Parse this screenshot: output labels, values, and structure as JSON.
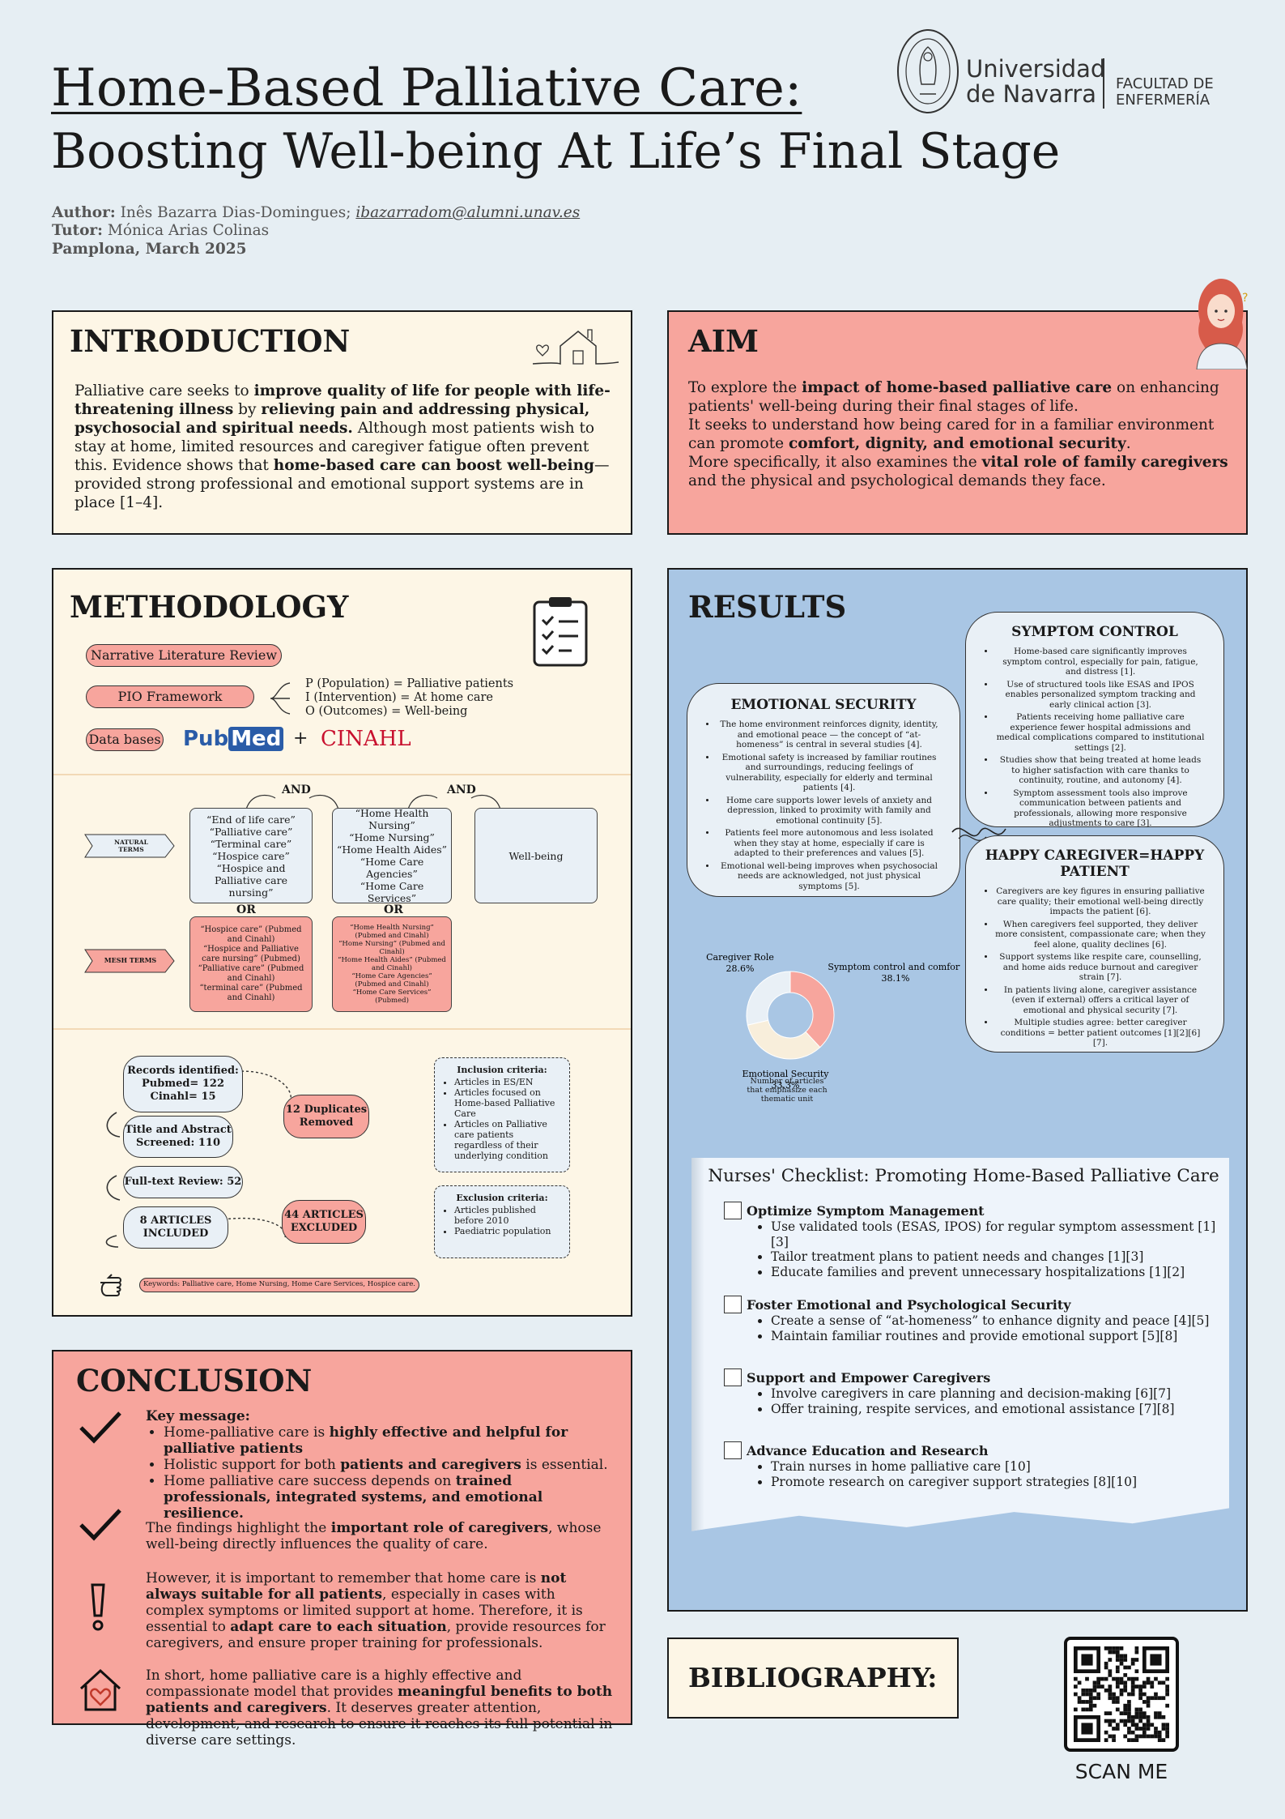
{
  "header": {
    "title_line1": "Home-Based Palliative Care:",
    "title_line2": "Boosting Well-being At Life’s Final Stage",
    "author_label": "Author:",
    "author_name": "Inês Bazarra Dias-Domingues;",
    "author_email": "ibazarradom@alumni.unav.es",
    "tutor_label": "Tutor:",
    "tutor_name": "Mónica Arias Colinas",
    "place_date": "Pamplona, March 2025",
    "university_line1": "Universidad",
    "university_line2": "de Navarra",
    "faculty_line1": "FACULTAD DE",
    "faculty_line2": "ENFERMERÍA"
  },
  "introduction": {
    "title": "INTRODUCTION",
    "t1": "Palliative care seeks to ",
    "b1": "improve quality of life for people with life-threatening illness",
    "t2": " by ",
    "b2": "relieving pain and addressing physical, psychosocial and spiritual needs.",
    "t3": " Although most patients wish to stay at home, limited resources and caregiver fatigue often prevent this. Evidence shows that ",
    "b3": "home-based care can boost well-being",
    "t4": "—provided strong professional and emotional support systems are in place [1–4]."
  },
  "aim": {
    "title": "AIM",
    "t1": "To explore the ",
    "b1": "impact of home-based palliative care",
    "t2": " on enhancing patients' well-being during their final stages of life.",
    "t3": "It seeks to understand how being cared for in a familiar environment can promote ",
    "b2": "comfort, dignity, and emotional security",
    "t4": ".",
    "t5": "More specifically, it also examines the ",
    "b3": "vital role of family caregivers",
    "t6": " and the physical and psychological demands they face."
  },
  "methodology": {
    "title": "METHODOLOGY",
    "review": "Narrative Literature Review",
    "pio": "PIO Framework",
    "pio_p": "P (Population) = Palliative patients",
    "pio_i": "I (Intervention) = At home care",
    "pio_o": "O (Outcomes) = Well-being",
    "databases": "Data bases",
    "pubmed_a": "Pub",
    "pubmed_b": "Med",
    "plus": "+",
    "cinahl": "CINAHL",
    "and1": "AND",
    "and2": "AND",
    "or1": "OR",
    "or2": "OR",
    "natural_terms": "NATURAL TERMS",
    "mesh_terms": "MESH TERMS",
    "nat1": [
      "“End of life care”",
      "“Palliative care”",
      "“Terminal care”",
      "“Hospice care”",
      "“Hospice and Palliative care nursing”"
    ],
    "nat2": [
      "“Home Health Nursing”",
      "“Home Nursing”",
      "“Home Health Aides”",
      "“Home Care Agencies”",
      "“Home Care Services”"
    ],
    "nat3": "Well-being",
    "mesh1": [
      "“Hospice care” (Pubmed and Cinahl)",
      "“Hospice and Palliative care nursing” (Pubmed)",
      "“Palliative care” (Pubmed and Cinahl)",
      "“terminal care” (Pubmed and Cinahl)"
    ],
    "mesh2": [
      "“Home Health Nursing” (Pubmed and Cinahl)",
      "“Home Nursing” (Pubmed and Cinahl)",
      "“Home Health Aides” (Pubmed and Cinahl)",
      "“Home Care Agencies” (Pubmed and Cinahl)",
      "“Home Care Services” (Pubmed)"
    ],
    "records_l1": "Records identified:",
    "records_l2": "Pubmed= 122",
    "records_l3": "Cinahl= 15",
    "screened_l1": "Title and Abstract",
    "screened_l2": "Screened: 110",
    "fulltext": "Full-text Review: 52",
    "included_l1": "8 ARTICLES",
    "included_l2": "INCLUDED",
    "duplicates_l1": "12 Duplicates",
    "duplicates_l2": "Removed",
    "excluded_l1": "44 ARTICLES",
    "excluded_l2": "EXCLUDED",
    "inclusion_title": "Inclusion criteria:",
    "inclusion": [
      "Articles in ES/EN",
      "Articles focused on Home-based Palliative Care",
      "Articles on Palliative care patients regardless of their underlying condition"
    ],
    "exclusion_title": "Exclusion criteria:",
    "exclusion": [
      "Articles published before 2010",
      "Paediatric population"
    ],
    "keywords": "Keywords: Palliative care, Home Nursing, Home Care Services, Hospice care."
  },
  "results": {
    "title": "RESULTS",
    "symptom_title": "SYMPTOM CONTROL",
    "symptom": [
      "Home-based care significantly improves symptom control, especially for pain, fatigue, and distress [1].",
      "Use of structured tools like ESAS and IPOS enables personalized symptom tracking and early clinical action [3].",
      "Patients receiving home palliative care experience fewer hospital admissions and medical complications compared to institutional settings [2].",
      "Studies show that being treated at home leads to higher satisfaction with care thanks to continuity, routine, and autonomy [4].",
      "Symptom assessment tools also improve communication between patients and professionals, allowing more responsive adjustments to care [3]."
    ],
    "emotional_title": "EMOTIONAL SECURITY",
    "emotional": [
      "The home environment reinforces dignity, identity, and emotional peace — the concept of “at-homeness” is central in several studies [4].",
      "Emotional safety is increased by familiar routines and surroundings, reducing feelings of vulnerability, especially for elderly and terminal patients [4].",
      "Home care supports lower levels of anxiety and depression, linked to proximity with family and emotional continuity [5].",
      "Patients feel more autonomous and less isolated when they stay at home, especially if care is adapted to their preferences and values [5].",
      "Emotional well-being improves when psychosocial needs are acknowledged, not just physical symptoms [5]."
    ],
    "happy_title": "HAPPY CAREGIVER=HAPPY PATIENT",
    "happy": [
      "Caregivers are key figures in ensuring palliative care quality; their emotional well-being directly impacts the patient [6].",
      "When caregivers feel supported, they deliver more consistent, compassionate care; when they feel alone, quality declines [6].",
      "Support systems like respite care, counselling, and home aids reduce burnout and caregiver strain [7].",
      "In patients living alone, caregiver assistance (even if external) offers a critical layer of emotional and physical security [7].",
      "Multiple studies agree: better caregiver conditions = better patient outcomes [1][2][6][7]."
    ]
  },
  "chart_data": {
    "type": "pie",
    "categories": [
      "Symptom control and comfort",
      "Emotional Security",
      "Caregiver Role"
    ],
    "values": [
      38.1,
      33.3,
      28.6
    ],
    "labels": [
      "38.1%",
      "33.3%",
      "28.6%"
    ],
    "colors": [
      "#f7a59d",
      "#f8eedb",
      "#e9f0f6"
    ],
    "caption": "Number of articles that emphasize each thematic unit"
  },
  "checklist": {
    "title": "Nurses' Checklist: Promoting Home-Based Palliative Care",
    "groups": [
      {
        "heading": "Optimize Symptom Management",
        "items": [
          "Use validated tools (ESAS, IPOS) for regular symptom assessment [1][3]",
          "Tailor treatment plans to patient needs and changes [1][3]",
          "Educate families and prevent unnecessary hospitalizations [1][2]"
        ]
      },
      {
        "heading": "Foster Emotional and Psychological Security",
        "items": [
          "Create a sense of “at-homeness” to enhance dignity and peace [4][5]",
          "Maintain familiar routines and provide emotional support [5][8]"
        ]
      },
      {
        "heading": "Support and Empower Caregivers",
        "items": [
          "Involve caregivers in care planning and decision-making [6][7]",
          "Offer training, respite services, and emotional assistance [7][8]"
        ]
      },
      {
        "heading": "Advance Education and Research",
        "items": [
          "Train nurses in home palliative care [10]",
          "Promote research on caregiver support strategies [8][10]"
        ]
      }
    ]
  },
  "conclusion": {
    "title": "CONCLUSION",
    "key_label": "Key message:",
    "k1a": "Home-palliative care is ",
    "k1b": "highly effective and helpful for palliative patients",
    "k2a": "Holistic support for both ",
    "k2b": "patients and caregivers",
    "k2c": " is essential.",
    "k3a": "Home palliative care success depends on ",
    "k3b": "trained professionals, integrated systems, and emotional resilience.",
    "p2a": "The findings highlight the ",
    "p2b": "important role of caregivers",
    "p2c": ", whose well-being directly influences the quality of care.",
    "p3a": "However, it is important to remember that home care is ",
    "p3b": "not always suitable for all patients",
    "p3c": ", especially in cases with complex symptoms or limited support at home. Therefore, it is essential to ",
    "p3d": "adapt care to each situation",
    "p3e": ", provide resources for caregivers, and ensure proper training for professionals.",
    "p4a": "In short, home palliative care is a highly effective and compassionate model that provides ",
    "p4b": "meaningful benefits to both patients and caregivers",
    "p4c": ". It deserves greater attention, development, and research to ensure it reaches its full potential in diverse care settings."
  },
  "bibliography": {
    "title": "BIBLIOGRAPHY:",
    "scan": "SCAN ME"
  }
}
